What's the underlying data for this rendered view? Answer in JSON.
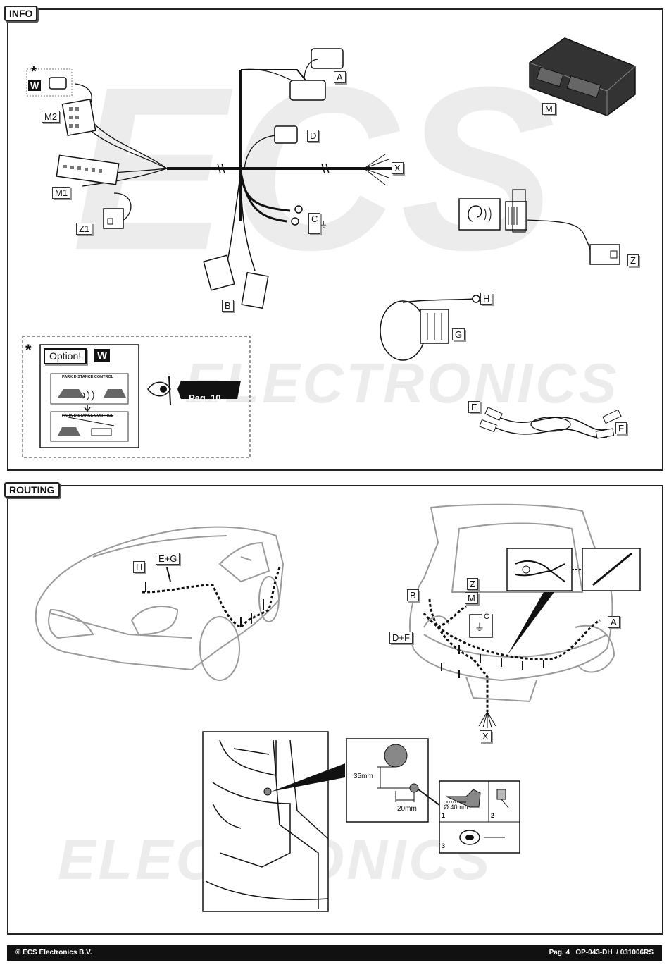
{
  "info": {
    "tag": "INFO",
    "labels": {
      "A": "A",
      "B": "B",
      "C": "C",
      "D": "D",
      "E": "E",
      "F": "F",
      "G": "G",
      "H": "H",
      "M": "M",
      "M1": "M1",
      "M2": "M2",
      "X": "X",
      "Z": "Z",
      "Z1": "Z1",
      "W": "W"
    },
    "star": "*",
    "option_box": {
      "option_label": "Option!",
      "w_label": "W",
      "pdc_text_1": "PARK DISTANCE CONTROL",
      "pdc_text_2": "PARK DISTANCE CONTROL",
      "page_ref": "Pag. 10"
    },
    "watermark_logo": "ECS",
    "watermark_text": "ELECTRONICS"
  },
  "routing": {
    "tag": "ROUTING",
    "labels": {
      "H": "H",
      "EG": "E+G",
      "B": "B",
      "Z": "Z",
      "M": "M",
      "C": "C",
      "DF": "D+F",
      "A": "A",
      "X": "X"
    },
    "dims": {
      "vertical": "35mm",
      "horizontal": "20mm"
    },
    "drill": {
      "diameter": "Ø 40mm",
      "step1": "1",
      "step2": "2",
      "step3": "3"
    },
    "watermark_text": "ELECTRONICS"
  },
  "footer": {
    "left": "© ECS Electronics B.V.",
    "right": "Pag. 4   OP-043-DH  / 031006RS"
  },
  "colors": {
    "ink": "#111111",
    "watermark": "#ececec",
    "grey_line": "#9a9a9a"
  }
}
